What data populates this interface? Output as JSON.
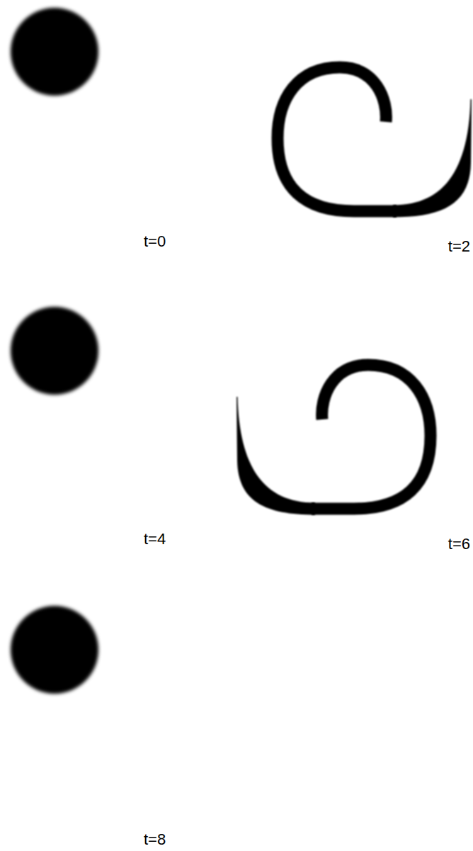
{
  "diagram": {
    "labels": [
      "t=0",
      "t=2",
      "t=4",
      "t=6",
      "t=8"
    ]
  }
}
